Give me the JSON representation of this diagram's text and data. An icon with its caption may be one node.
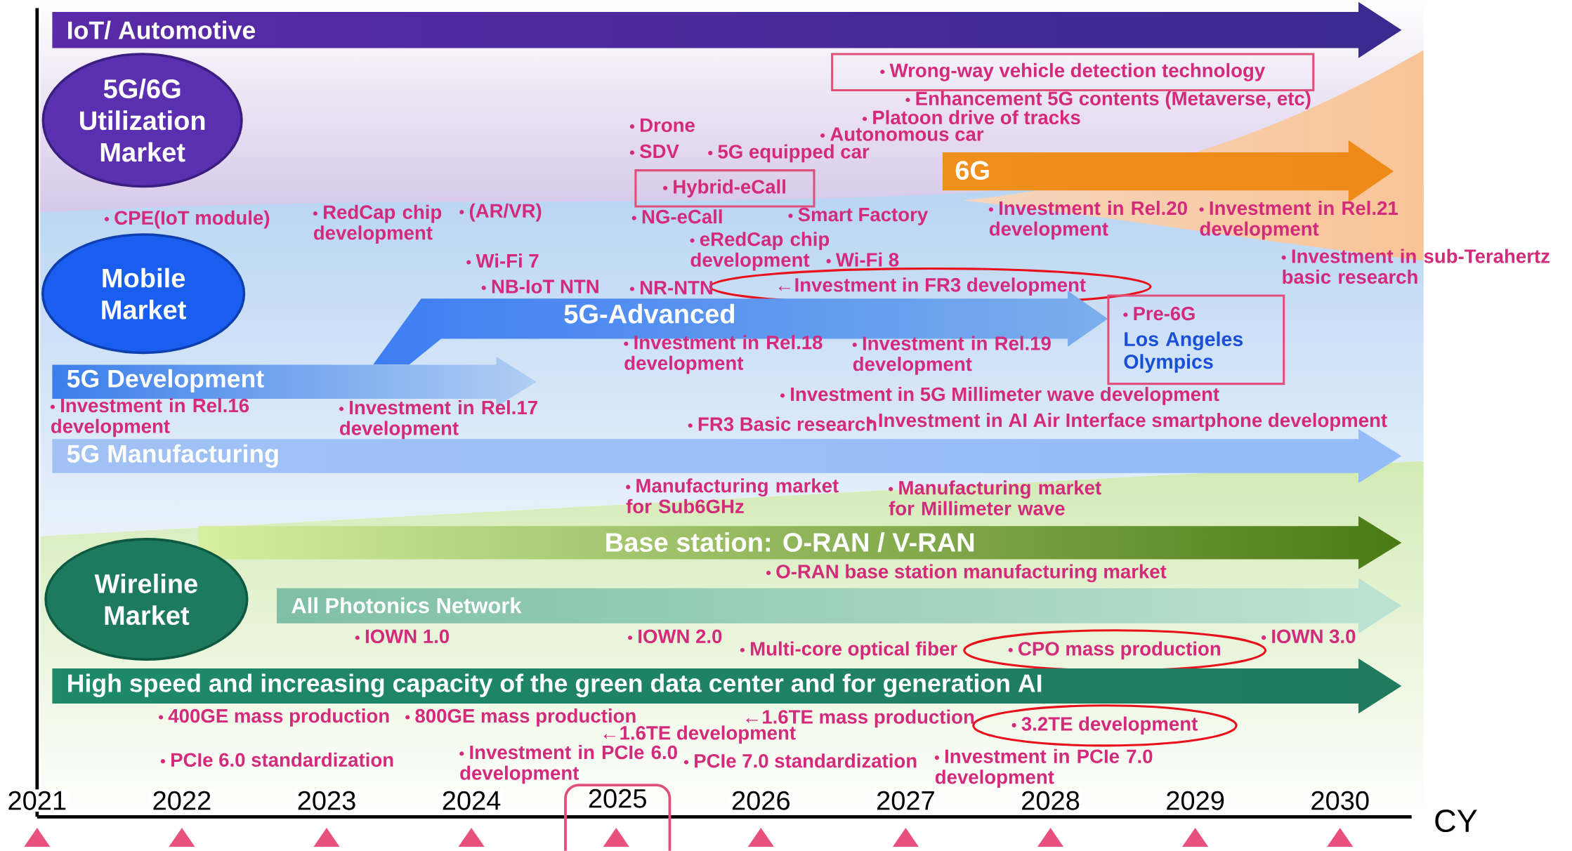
{
  "diagram": {
    "nodes": [
      {
        "text": [
          "IoT/ Automotive"
        ]
      },
      {
        "text": [
          "5G/6G Utilization Market"
        ]
      },
      {
        "text": [
          "Wrong-way vehicle detection technology"
        ]
      },
      {
        "text": [
          "Hybrid-eCall"
        ]
      },
      {
        "text": [
          "6G"
        ]
      },
      {
        "text": [
          "Mobile Market"
        ]
      },
      {
        "text": [
          "←Investment in FR3 development"
        ]
      },
      {
        "text": [
          "5G-Advanced"
        ]
      },
      {
        "text": [
          "Pre-6G",
          "Los Angeles Olympics"
        ]
      },
      {
        "text": [
          "5G Development"
        ]
      },
      {
        "text": [
          "5G Manufacturing"
        ]
      },
      {
        "text": [
          "Base station: O-RAN / V-RAN"
        ]
      },
      {
        "text": [
          "Wireline Market"
        ]
      },
      {
        "text": [
          "All Photonics Network"
        ]
      },
      {
        "text": [
          "CPO mass production"
        ]
      },
      {
        "text": [
          "High speed and increasing capacity of the green data center and for generation AI"
        ]
      },
      {
        "text": [
          "3.2TE development"
        ]
      },
      {
        "text": [
          "2025"
        ]
      }
    ],
    "labels": [
      "Enhancement 5G contents (Metaverse, etc)",
      "Platoon drive of tracks",
      "Drone",
      "Autonomous car",
      "SDV",
      "5G equipped car",
      "CPE(IoT module)",
      "RedCap chip development",
      "(AR/VR)",
      "NG-eCall",
      "Smart Factory",
      "Investment in Rel.20 development",
      "Investment in Rel.21 development",
      "eRedCap chip development",
      "Wi-Fi 7",
      "Wi-Fi 8",
      "Investment in sub-Terahertz basic research",
      "NB-IoT NTN",
      "NR-NTN",
      "Investment in Rel.18 development",
      "Investment in Rel.19 development",
      "Investment in 5G Millimeter wave development",
      "Investment in Rel.16 development",
      "Investment in Rel.17 development",
      "FR3 Basic research",
      "Investment in AI Air Interface smartphone development",
      "Manufacturing market for Sub6GHz",
      "Manufacturing market for Millimeter wave",
      "O-RAN base station manufacturing market",
      "IOWN 1.0",
      "IOWN 2.0",
      "IOWN 3.0",
      "Multi-core optical fiber",
      "400GE mass production",
      "800GE mass production",
      "←1.6TE mass production",
      "←1.6TE development",
      "Investment in PCIe 6.0 development",
      "PCIe 6.0 standardization",
      "PCIe 7.0 standardization",
      "Investment in PCIe 7.0 development",
      "2021",
      "2022",
      "2023",
      "2024",
      "2026",
      "2027",
      "2028",
      "2029",
      "2030",
      "CY"
    ]
  }
}
